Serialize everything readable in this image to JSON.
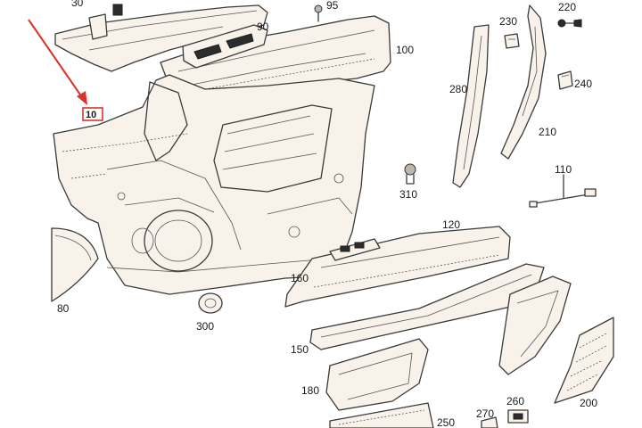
{
  "diagram": {
    "labels": {
      "l30": "30",
      "l95": "95",
      "l90": "90",
      "l230": "230",
      "l220": "220",
      "l100": "100",
      "l240": "240",
      "l280": "280",
      "l10": "10",
      "l210": "210",
      "l110": "110",
      "l310": "310",
      "l120": "120",
      "l80": "80",
      "l160": "160",
      "l300": "300",
      "l150": "150",
      "l180": "180",
      "l200": "200",
      "l260": "260",
      "l270": "270",
      "l250": "250"
    },
    "highlight": {
      "label": "10",
      "color": "#d9342b"
    }
  }
}
